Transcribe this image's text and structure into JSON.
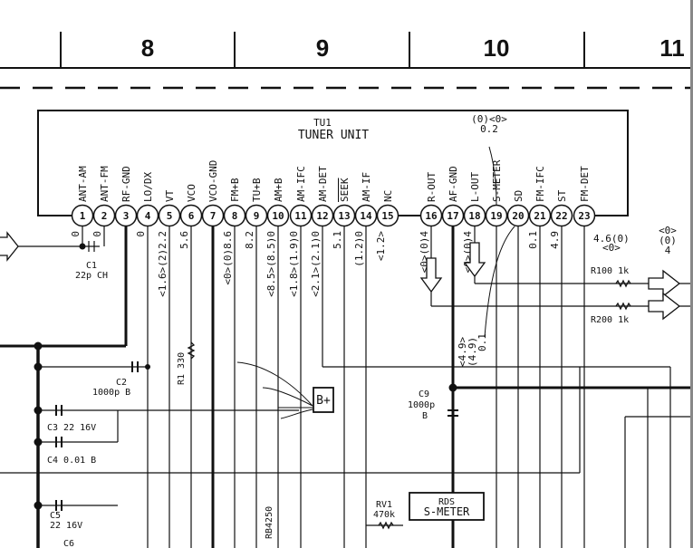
{
  "header": {
    "columns": [
      "8",
      "9",
      "10",
      "11"
    ]
  },
  "unit": {
    "ref": "TU1",
    "title": "TUNER UNIT"
  },
  "pins": [
    {
      "n": "1",
      "label": "ANT-AM",
      "v": "0"
    },
    {
      "n": "2",
      "label": "ANT-FM",
      "v": "0"
    },
    {
      "n": "3",
      "label": "RF-GND",
      "v": ""
    },
    {
      "n": "4",
      "label": "LO/DX",
      "v": "0"
    },
    {
      "n": "5",
      "label": "VT",
      "v": "<1.6>(2)2.2"
    },
    {
      "n": "6",
      "label": "VCO",
      "v": "5.6"
    },
    {
      "n": "7",
      "label": "VCO-GND",
      "v": ""
    },
    {
      "n": "8",
      "label": "FM+B",
      "v": "<0>(0)8.6"
    },
    {
      "n": "9",
      "label": "TU+B",
      "v": "8.2"
    },
    {
      "n": "10",
      "label": "AM+B",
      "v": "<8.5>(8.5)0"
    },
    {
      "n": "11",
      "label": "AM-IFC",
      "v": "<1.8>(1.9)0"
    },
    {
      "n": "12",
      "label": "AM-DET",
      "v": "<2.1>(2.1)0"
    },
    {
      "n": "13",
      "label": "SEEK",
      "v": "5.1"
    },
    {
      "n": "14",
      "label": "AM-IF",
      "v": "(1.2)0"
    },
    {
      "n": "15",
      "label": "NC",
      "v": "<1.2>"
    },
    {
      "n": "16",
      "label": "R-OUT",
      "v": "<0>(0)4"
    },
    {
      "n": "17",
      "label": "AF-GND",
      "v": ""
    },
    {
      "n": "18",
      "label": "L-OUT",
      "v": "<0>(0)4"
    },
    {
      "n": "19",
      "label": "S-METER",
      "v": ""
    },
    {
      "n": "20",
      "label": "SD",
      "v": ""
    },
    {
      "n": "21",
      "label": "FM-IFC",
      "v": "0.1"
    },
    {
      "n": "22",
      "label": "ST",
      "v": "4.9"
    },
    {
      "n": "23",
      "label": "FM-DET",
      "v": ""
    }
  ],
  "annotations": {
    "s_meter_top1": "(0)<0>",
    "s_meter_top2": "0.2",
    "sd_v1": "<4.9>",
    "sd_v2": "(4.9)",
    "sd_v3": "0.1",
    "fmdet_v1": "4.6(0)",
    "fmdet_v2": "<0>",
    "out_v1": "<0>",
    "out_v2": "(0)",
    "out_v3": "4"
  },
  "components": {
    "c1": "C1",
    "c1v": "22p CH",
    "c2": "C2",
    "c2v": "1000p B",
    "c3": "C3 22 16V",
    "c4": "C4 0.01 B",
    "c5": "C5",
    "c5v": "22 16V",
    "c6": "C6",
    "r1": "R1 330",
    "rb": "RB4250",
    "bplus": "B+",
    "c9": "C9",
    "c9v": "1000p",
    "c9t": "B",
    "rv1": "RV1",
    "rv1v": "470k",
    "rbs1": "RDS",
    "rbs2": "S-METER",
    "r100": "R100 1k",
    "r200": "R200 1k"
  }
}
